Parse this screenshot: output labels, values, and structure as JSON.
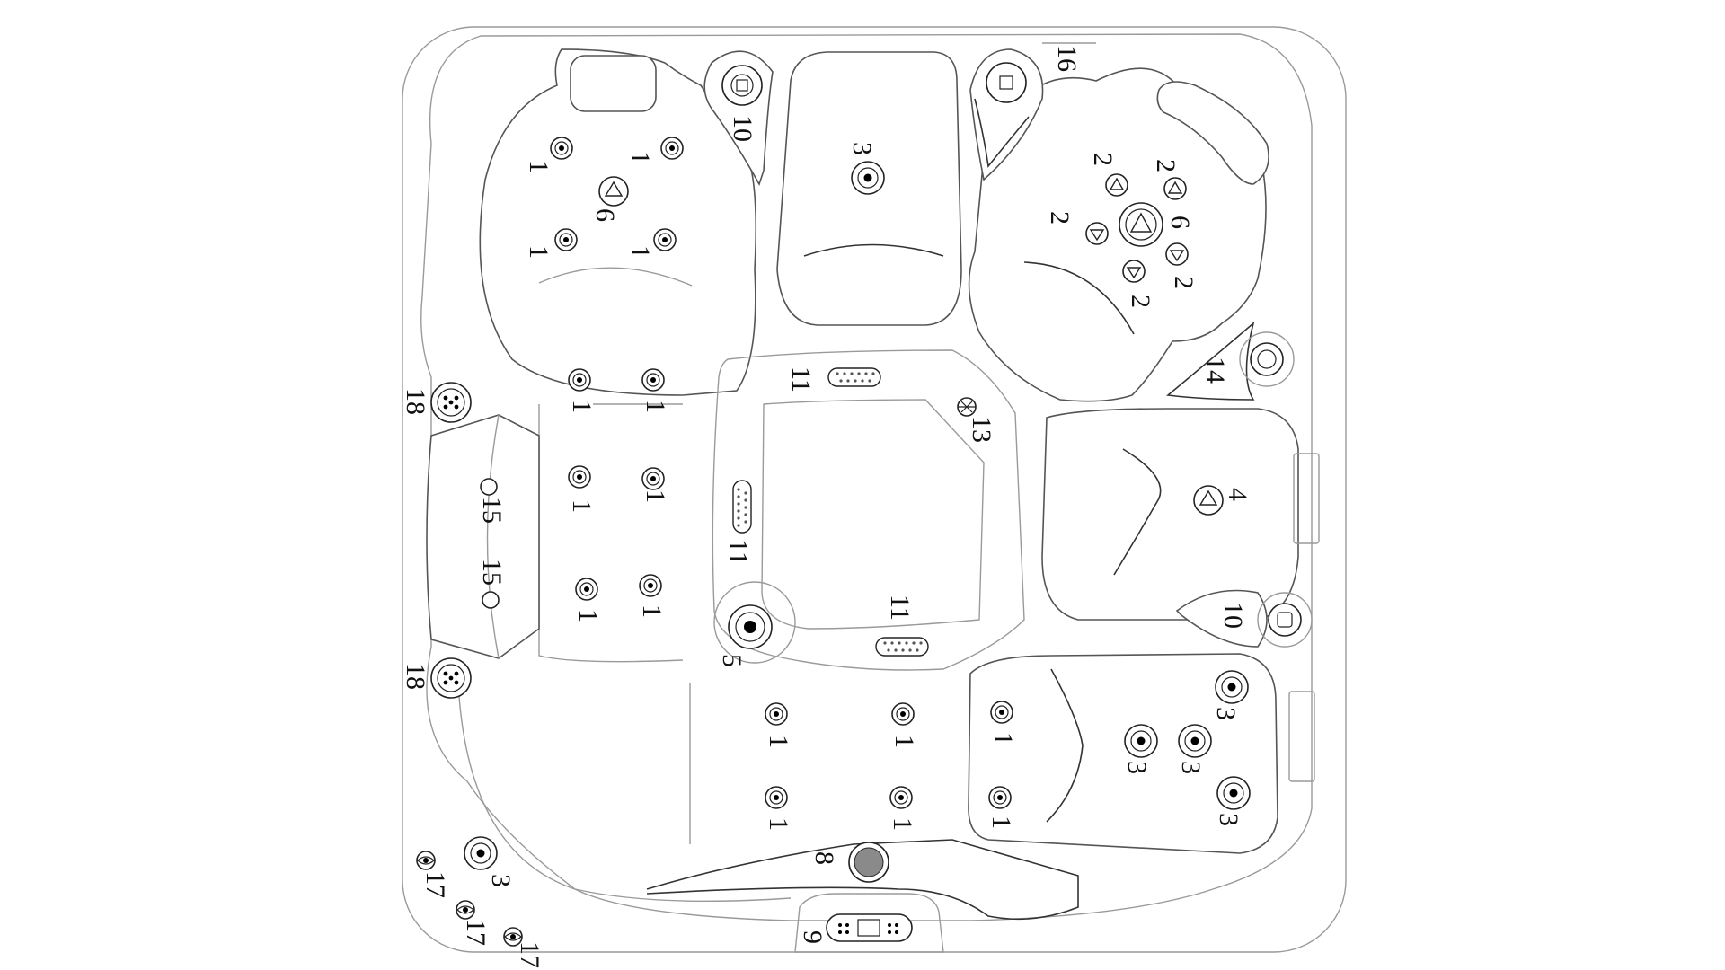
{
  "diagram": {
    "type": "hot-tub-jet-layout",
    "labels": {
      "jet_small": "1",
      "jet_mini": "2",
      "jet_medium": "3",
      "jet_large": "4",
      "jet_neck": "5",
      "jet_rotary": "6",
      "suction_grille": "8",
      "control_panel": "9",
      "diverter_valve": "10",
      "filter_grille": "11",
      "light": "13",
      "air_control": "14",
      "waterfall": "15",
      "skimmer": "16",
      "led_lights": "17",
      "speaker": "18"
    }
  }
}
